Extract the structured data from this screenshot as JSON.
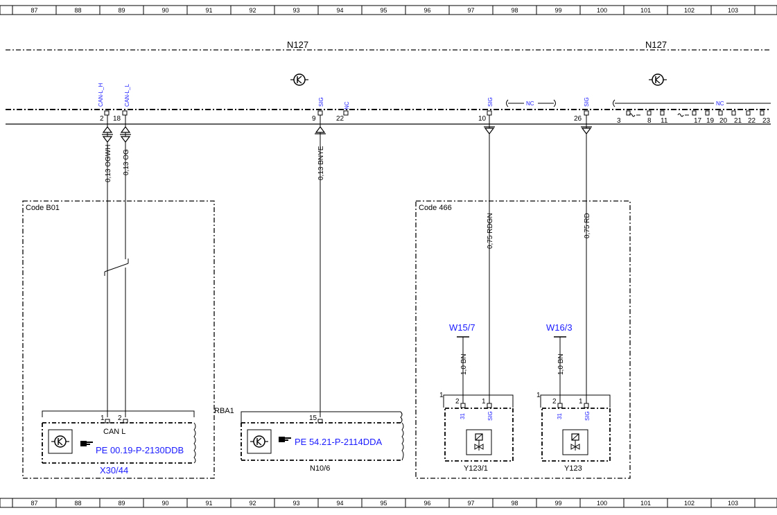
{
  "ruler": {
    "top": [
      "87",
      "88",
      "89",
      "90",
      "91",
      "92",
      "93",
      "94",
      "95",
      "96",
      "97",
      "98",
      "99",
      "100",
      "101",
      "102",
      "103"
    ],
    "bottom": [
      "87",
      "88",
      "89",
      "90",
      "91",
      "92",
      "93",
      "94",
      "95",
      "96",
      "97",
      "98",
      "99",
      "100",
      "101",
      "102",
      "103"
    ]
  },
  "module": {
    "left_name": "N127",
    "right_name": "N127"
  },
  "module_pins": {
    "can_h": {
      "pin": "2",
      "signal": "CAN-L_H"
    },
    "can_l": {
      "pin": "18",
      "signal": "CAN-L_L"
    },
    "sig9": {
      "pin": "9",
      "signal": "SIG"
    },
    "nc22": {
      "pin": "22",
      "signal": "NC"
    },
    "sig10": {
      "pin": "10",
      "signal": "SIG"
    },
    "nc_mid": "NC",
    "sig26": {
      "pin": "26",
      "signal": "SIG"
    },
    "nc_right": "NC",
    "right_pins": [
      "3",
      "8",
      "11",
      "17",
      "19",
      "20",
      "21",
      "22",
      "23"
    ]
  },
  "wires": {
    "w1": "0,13 OGWH",
    "w2": "0,13 OG",
    "w3": "0,13 BNYE",
    "w4": "0,75 RDGN",
    "w5": "0,75 RD",
    "w6": "1,0 BN",
    "w7": "1,0 BN"
  },
  "code_boxes": {
    "left": "Code B01",
    "right": "Code 466"
  },
  "components": {
    "x30": {
      "pin1": "1",
      "pin2": "2",
      "bus": "CAN L",
      "ref": "PE 00.19-P-2130DDB",
      "name": "X30/44"
    },
    "n10": {
      "connector": "RBA1",
      "pin": "15",
      "ref": "PE 54.21-P-2114DDA",
      "name": "N10/6"
    },
    "y123_1": {
      "ground": "W15/7",
      "side_pin": "1",
      "pin_a": "2",
      "pin_b": "1",
      "sig_a": "31",
      "sig_b": "SIG",
      "name": "Y123/1"
    },
    "y123": {
      "ground": "W16/3",
      "side_pin": "1",
      "pin_a": "2",
      "pin_b": "1",
      "sig_a": "31",
      "sig_b": "SIG",
      "name": "Y123"
    }
  }
}
